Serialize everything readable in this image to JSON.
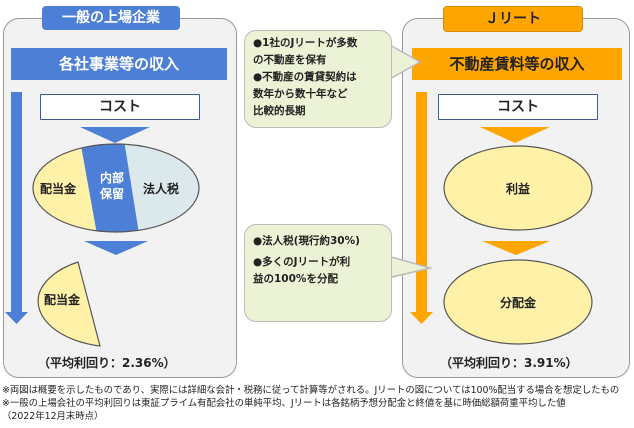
{
  "left": {
    "tag": "一般の上場企業",
    "header": "各社事業等の収入",
    "cost": "コスト",
    "segments": {
      "dividend": "配当金",
      "internal_reserve": "内部\n保留",
      "corporate_tax": "法人税"
    },
    "result": "配当金",
    "avg_yield": "（平均利回り：2.36%）"
  },
  "right": {
    "tag": "Ｊリート",
    "header": "不動産賃料等の収入",
    "cost": "コスト",
    "profit": "利益",
    "result": "分配金",
    "avg_yield": "（平均利回り：3.91%）"
  },
  "bubble_top": {
    "lines": [
      "●1社のJリートが多数\nの不動産を保有",
      "●不動産の賃貸契約は\n数年から数十年など\n比較的長期"
    ]
  },
  "bubble_bottom": {
    "lines": [
      "●法人税(現行約30%)",
      "●多くのJリートが利\n益の100%を分配"
    ]
  },
  "notes": [
    "※両図は概要を示したものであり、実際には詳細な会計・税務に従って計算等がされる。Jリートの図については100%配当する場合を想定したもの",
    "※一般の上場会社の平均利回りは東証プライム有配会社の単純平均、Jリートは各銘柄予想分配金と終値を基に時価総額荷重平均した値",
    "（2022年12月末時点）"
  ],
  "colors": {
    "blue": "#4d7fd6",
    "orange": "#ffa500",
    "yellow": "#ffe08a",
    "cream": "#fff2a8",
    "light_teal": "#dbe9ec",
    "bubble_green": "#ebf2d6"
  },
  "icons": [
    "down-arrow-icon",
    "down-triangle-icon",
    "callout-pointer-icon"
  ]
}
